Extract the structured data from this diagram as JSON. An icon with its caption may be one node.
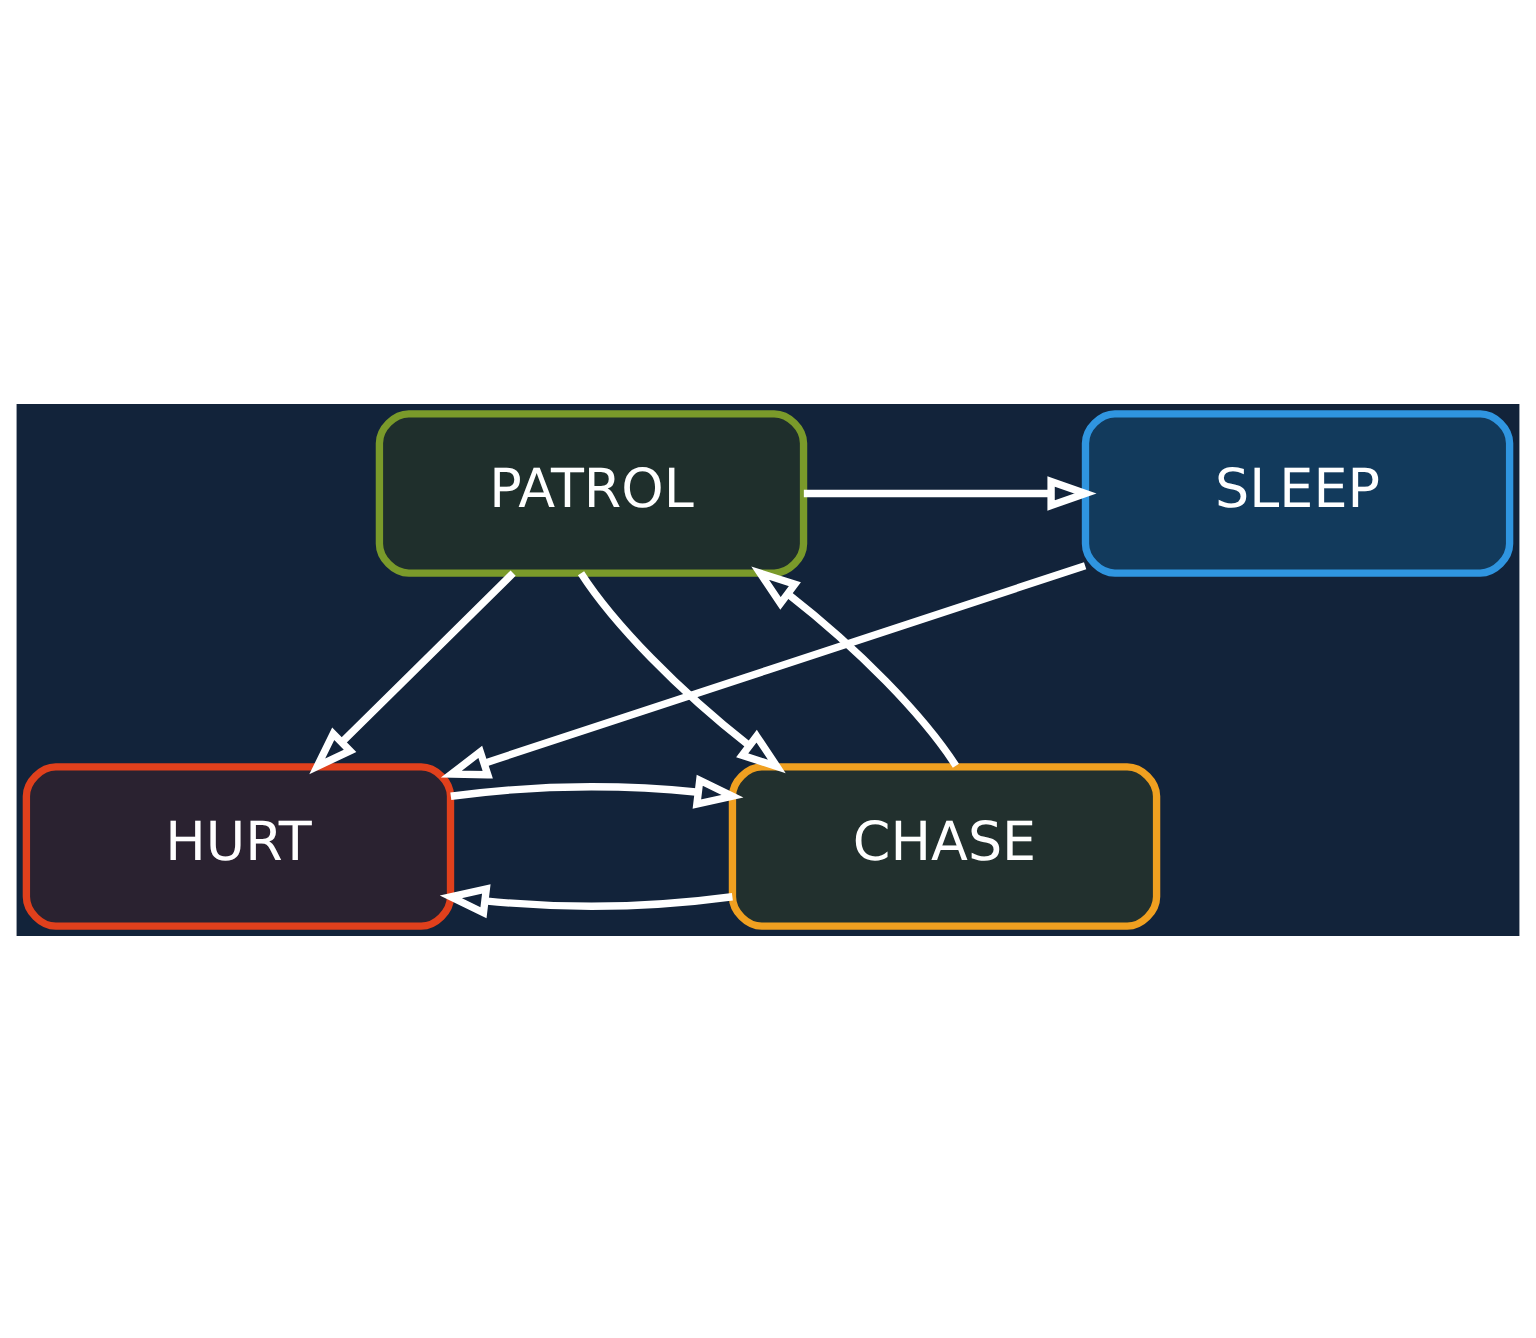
{
  "diagram": {
    "nodes": [
      {
        "text": [
          "SLEEP"
        ]
      },
      {
        "text": [
          "PATROL"
        ]
      },
      {
        "text": [
          "HURT"
        ]
      },
      {
        "text": [
          "CHASE"
        ]
      }
    ],
    "edges": [
      {
        "from": 1,
        "to": 0,
        "arrow": "to"
      },
      {
        "from": 0,
        "to": 2,
        "arrow": "to"
      },
      {
        "from": 1,
        "to": 2,
        "arrow": "to"
      },
      {
        "from": 1,
        "to": 3,
        "arrow": "to"
      },
      {
        "from": 3,
        "to": 1,
        "arrow": "to"
      },
      {
        "from": 3,
        "to": 2,
        "arrow": "to"
      },
      {
        "from": 2,
        "to": 3,
        "arrow": "to"
      }
    ]
  }
}
